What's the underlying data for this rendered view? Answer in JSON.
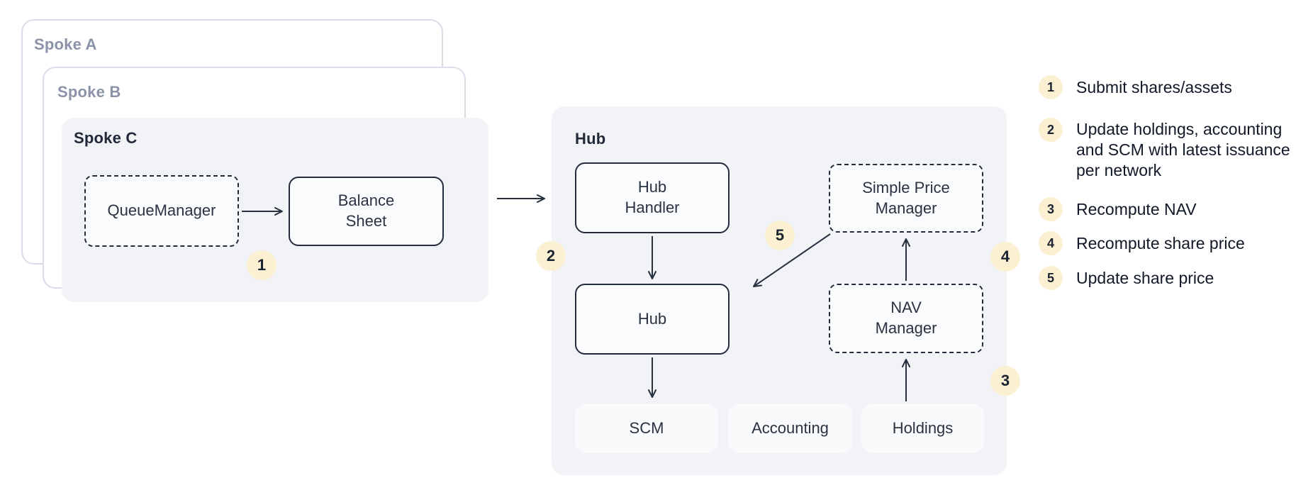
{
  "diagram": {
    "spokes": {
      "a": "Spoke A",
      "b": "Spoke B",
      "c": "Spoke C"
    },
    "spoke_c_nodes": {
      "queue_manager": "QueueManager",
      "balance_sheet": "Balance Sheet"
    },
    "hub": {
      "title": "Hub",
      "hub_handler": "Hub Handler",
      "hub": "Hub",
      "simple_price_manager": "Simple Price Manager",
      "nav_manager": "NAV Manager",
      "scm": "SCM",
      "accounting": "Accounting",
      "holdings": "Holdings"
    },
    "badges": {
      "n1": "1",
      "n2": "2",
      "n3": "3",
      "n4": "4",
      "n5": "5"
    }
  },
  "legend": {
    "items": [
      {
        "num": "1",
        "text": "Submit shares/assets"
      },
      {
        "num": "2",
        "text": "Update holdings, accounting and SCM with latest issuance per network"
      },
      {
        "num": "3",
        "text": "Recompute NAV"
      },
      {
        "num": "4",
        "text": "Recompute share price"
      },
      {
        "num": "5",
        "text": "Update share price"
      }
    ]
  },
  "colors": {
    "panel_bg": "#f1f3f7",
    "node_bg": "#fafbfd",
    "chip_bg": "#f8fafc",
    "outline_dark": "#232c3d",
    "spoke_border": "#d8dde9",
    "muted_label": "#8b93a8",
    "text_dark": "#1f2937",
    "badge_bg": "#fbf0d2",
    "badge_text": "#1a2230"
  }
}
